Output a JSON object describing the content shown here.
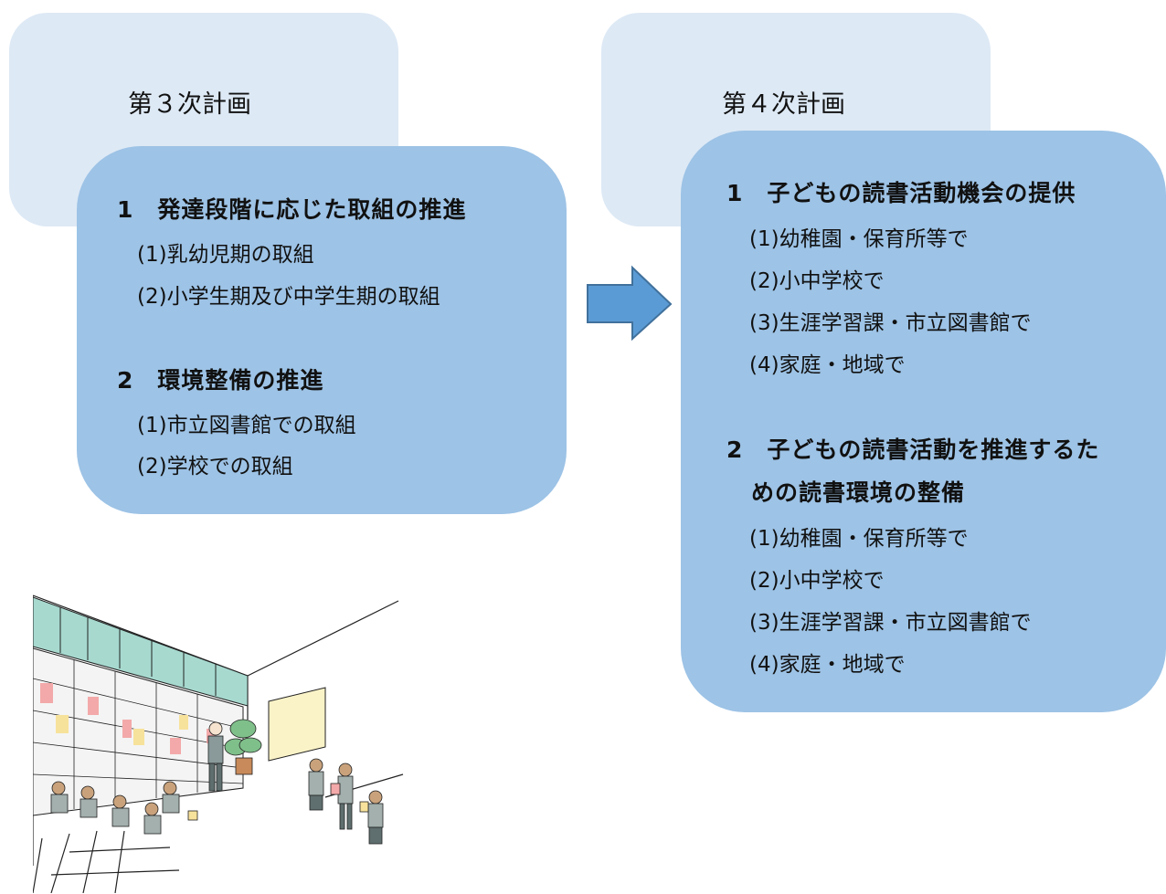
{
  "left_plan": {
    "title": "第３次計画",
    "sections": [
      {
        "heading": "1　発達段階に応じた取組の推進",
        "items": [
          "(1)乳幼児期の取組",
          "(2)小学生期及び中学生期の取組"
        ]
      },
      {
        "heading": "2　環境整備の推進",
        "items": [
          "(1)市立図書館での取組",
          "(2)学校での取組"
        ]
      }
    ]
  },
  "right_plan": {
    "title": "第４次計画",
    "sections": [
      {
        "heading": "1　子どもの読書活動機会の提供",
        "items": [
          "(1)幼稚園・保育所等で",
          "(2)小中学校で",
          "(3)生涯学習課・市立図書館で",
          "(4)家庭・地域で"
        ]
      },
      {
        "heading_line1": "2　子どもの読書活動を推進するた",
        "heading_line2": "めの読書環境の整備",
        "items": [
          "(1)幼稚園・保育所等で",
          "(2)小中学校で",
          "(3)生涯学習課・市立図書館で",
          "(4)家庭・地域で"
        ]
      }
    ]
  },
  "colors": {
    "back_box": "#dde9f5",
    "front_box": "#9dc3e6",
    "arrow_fill": "#5b9bd5",
    "arrow_stroke": "#41719c"
  },
  "icons": {
    "arrow": "right-arrow-icon",
    "illustration": "library-reading-scene"
  }
}
